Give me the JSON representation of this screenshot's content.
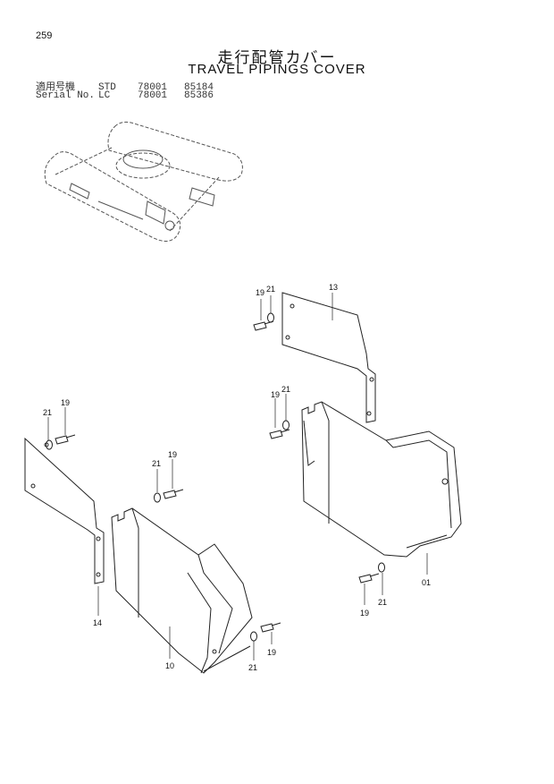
{
  "page_number": "259",
  "title_jp": "走行配管カバー",
  "title_en": "TRAVEL PIPINGS COVER",
  "serials": [
    {
      "label": "適用号機",
      "type": "STD",
      "from": "78001",
      "to": "85184"
    },
    {
      "label": "Serial No.",
      "type": "LC",
      "from": "78001",
      "to": "85386"
    }
  ],
  "callouts": {
    "c13": "13",
    "c19a": "19",
    "c21a": "21",
    "c19b": "19",
    "c21b": "21",
    "c01": "01",
    "c19c": "19",
    "c21c": "21",
    "c21d": "21",
    "c19d": "19",
    "c14": "14",
    "c21e": "21",
    "c19e": "19",
    "c10": "10",
    "c21f": "21",
    "c19f": "19"
  }
}
